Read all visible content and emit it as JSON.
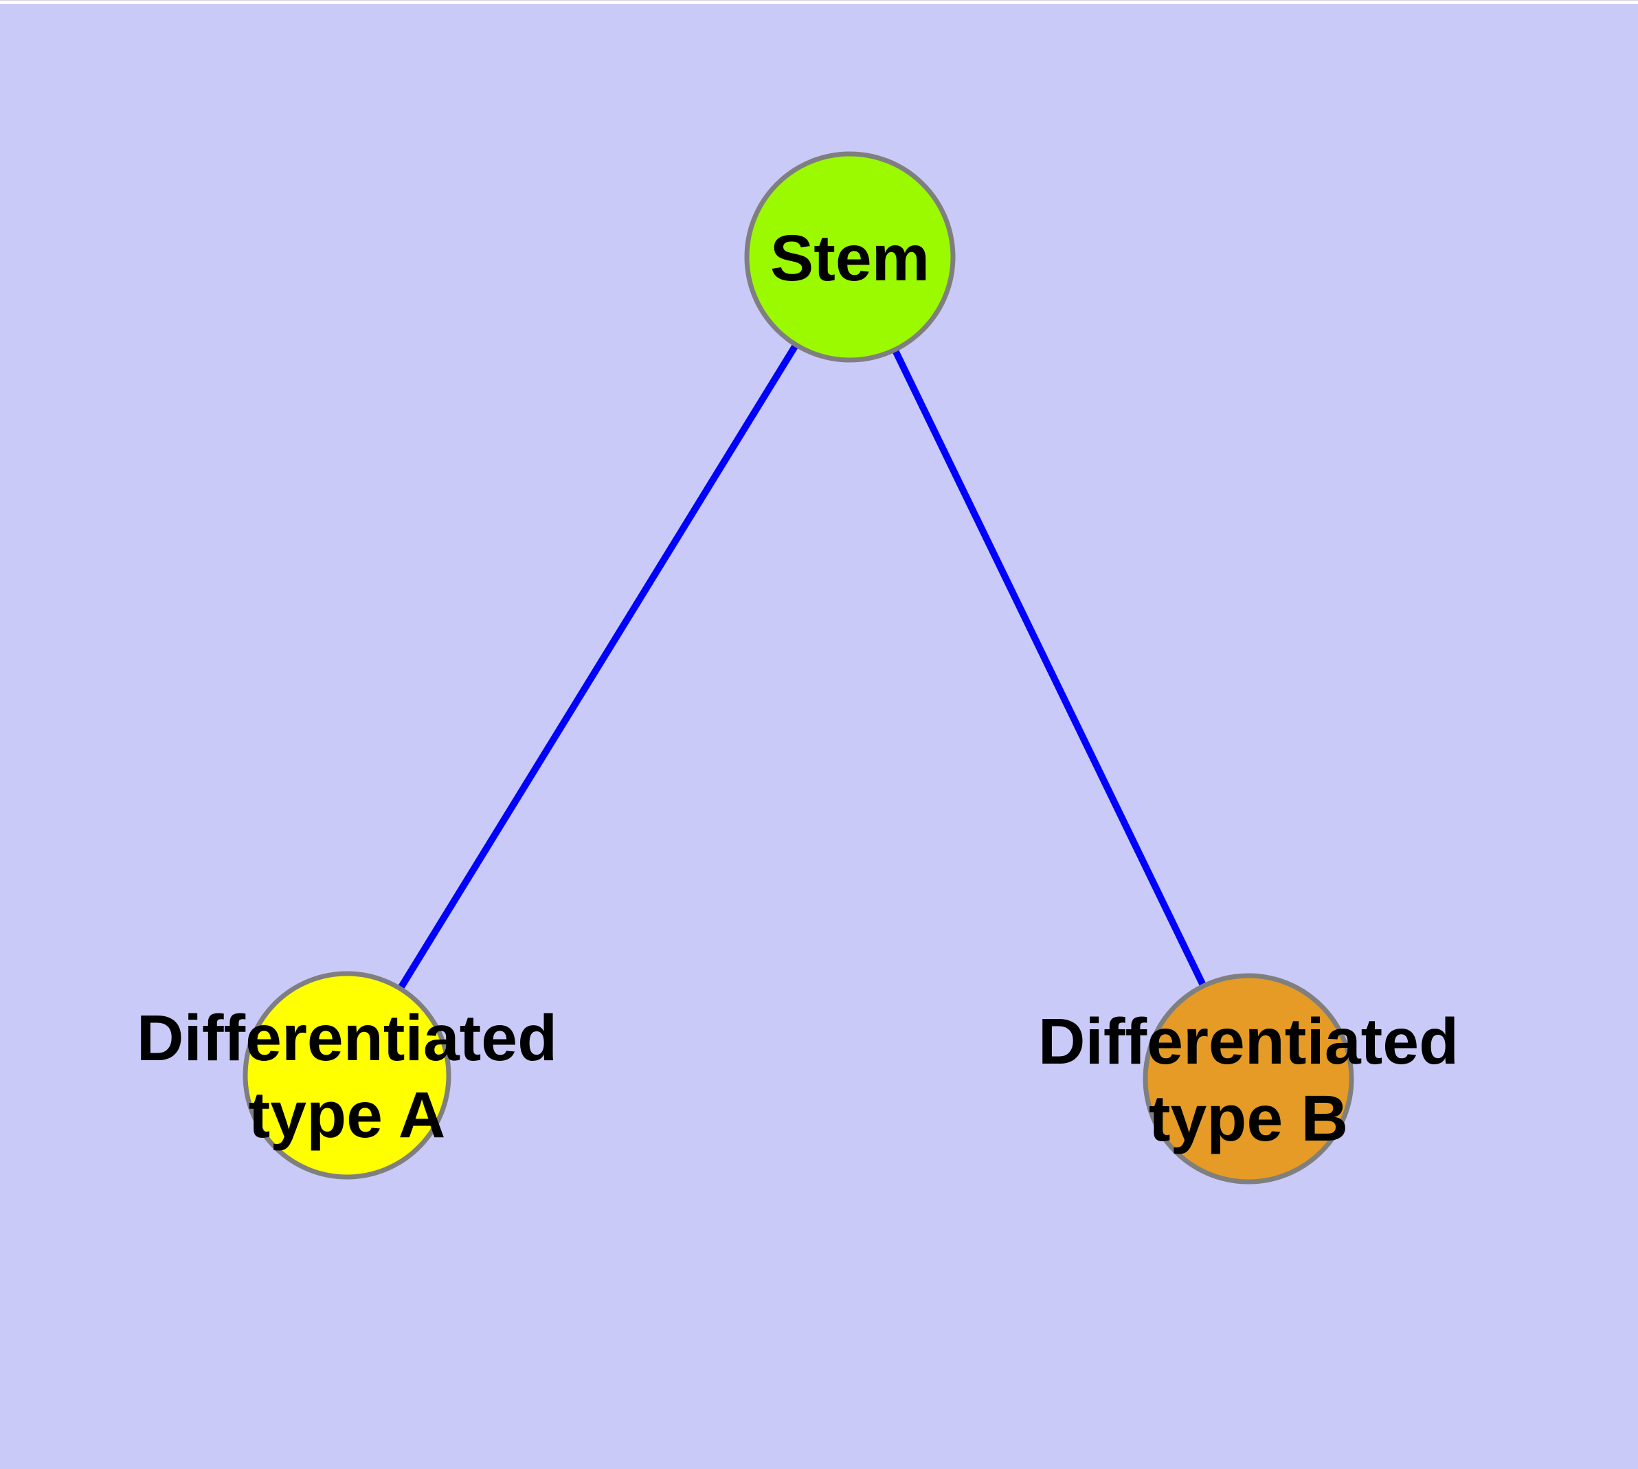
{
  "diagram": {
    "background_color": "#CACAF8",
    "top_strip_color": "#FFFFFF",
    "top_hairline_color": "#D9D9DE",
    "edge_color": "#0000FF",
    "node_border_color": "#7F7F7F",
    "text_color": "#000000",
    "nodes": {
      "stem": {
        "label": "Stem",
        "color": "#9BFA00"
      },
      "type_a": {
        "label_line1": "Differentiated",
        "label_line2": "type A",
        "color": "#FFFF00"
      },
      "type_b": {
        "label_line1": "Differentiated",
        "label_line2": "type B",
        "color": "#E59B25"
      }
    },
    "edges": [
      {
        "from": "stem",
        "to": "type_a"
      },
      {
        "from": "stem",
        "to": "type_b"
      }
    ]
  }
}
